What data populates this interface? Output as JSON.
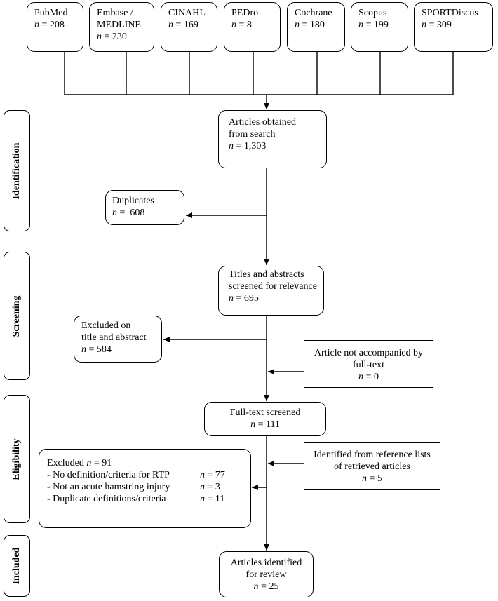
{
  "sources": [
    {
      "name": "PubMed",
      "count": "208"
    },
    {
      "name": "Embase /",
      "name2": "MEDLINE",
      "count": "230"
    },
    {
      "name": "CINAHL",
      "count": "169"
    },
    {
      "name": "PEDro",
      "count": "8"
    },
    {
      "name": "Cochrane",
      "count": "180"
    },
    {
      "name": "Scopus",
      "count": "199"
    },
    {
      "name": "SPORTDiscus",
      "count": "309"
    }
  ],
  "n_prefix": "n",
  "stages": {
    "identification": "Identification",
    "screening": "Screening",
    "eligibility": "Eligibility",
    "included": "Included"
  },
  "obtained": {
    "line1": "Articles obtained",
    "line2": "from search",
    "count": "1,303"
  },
  "duplicates": {
    "line1": "Duplicates",
    "count": "608"
  },
  "titles": {
    "line1": "Titles and abstracts",
    "line2": "screened for relevance",
    "count": "695"
  },
  "excluded_title": {
    "line1": "Excluded on",
    "line2": "title and abstract",
    "count": "584"
  },
  "no_fulltext": {
    "line1": "Article not accompanied by",
    "line2": "full-text",
    "count": "0"
  },
  "fulltext": {
    "line1": "Full-text screened",
    "count": "111"
  },
  "reference_lists": {
    "line1": "Identified from reference lists",
    "line2": "of retrieved articles",
    "count": "5"
  },
  "excluded_full": {
    "line1": "Excluded",
    "count": "91",
    "reasons": [
      {
        "label": "- No definition/criteria for RTP",
        "count": "77"
      },
      {
        "label": "- Not an acute hamstring injury",
        "count": "3"
      },
      {
        "label": "- Duplicate definitions/criteria",
        "count": "11"
      }
    ]
  },
  "included_box": {
    "line1": "Articles identified",
    "line2": "for review",
    "count": "25"
  }
}
